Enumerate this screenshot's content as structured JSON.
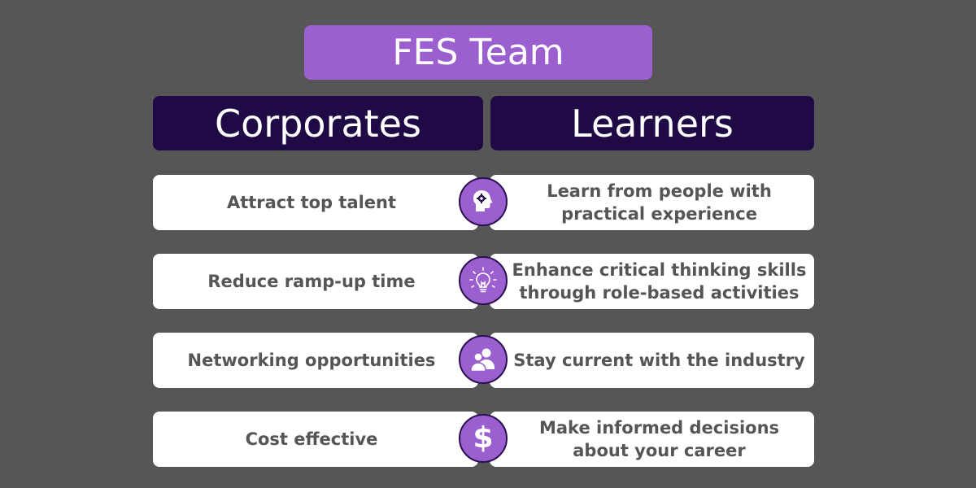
{
  "title": "FES Team",
  "columns": {
    "left": "Corporates",
    "right": "Learners"
  },
  "rows": [
    {
      "left": "Attract top talent",
      "right": "Learn from people with practical experience",
      "icon": "head-gear-icon"
    },
    {
      "left": "Reduce ramp-up time",
      "right": "Enhance critical thinking skills through role-based activities",
      "icon": "lightbulb-icon"
    },
    {
      "left": "Networking opportunities",
      "right": "Stay current with the industry",
      "icon": "people-icon"
    },
    {
      "left": "Cost effective",
      "right": "Make informed decisions about your career",
      "icon": "dollar-icon",
      "icon_text": "$"
    }
  ],
  "colors": {
    "background": "#565656",
    "title_bg": "#9b5fd0",
    "header_bg": "#1f0a45",
    "cell_bg": "#ffffff",
    "cell_text": "#555555"
  }
}
